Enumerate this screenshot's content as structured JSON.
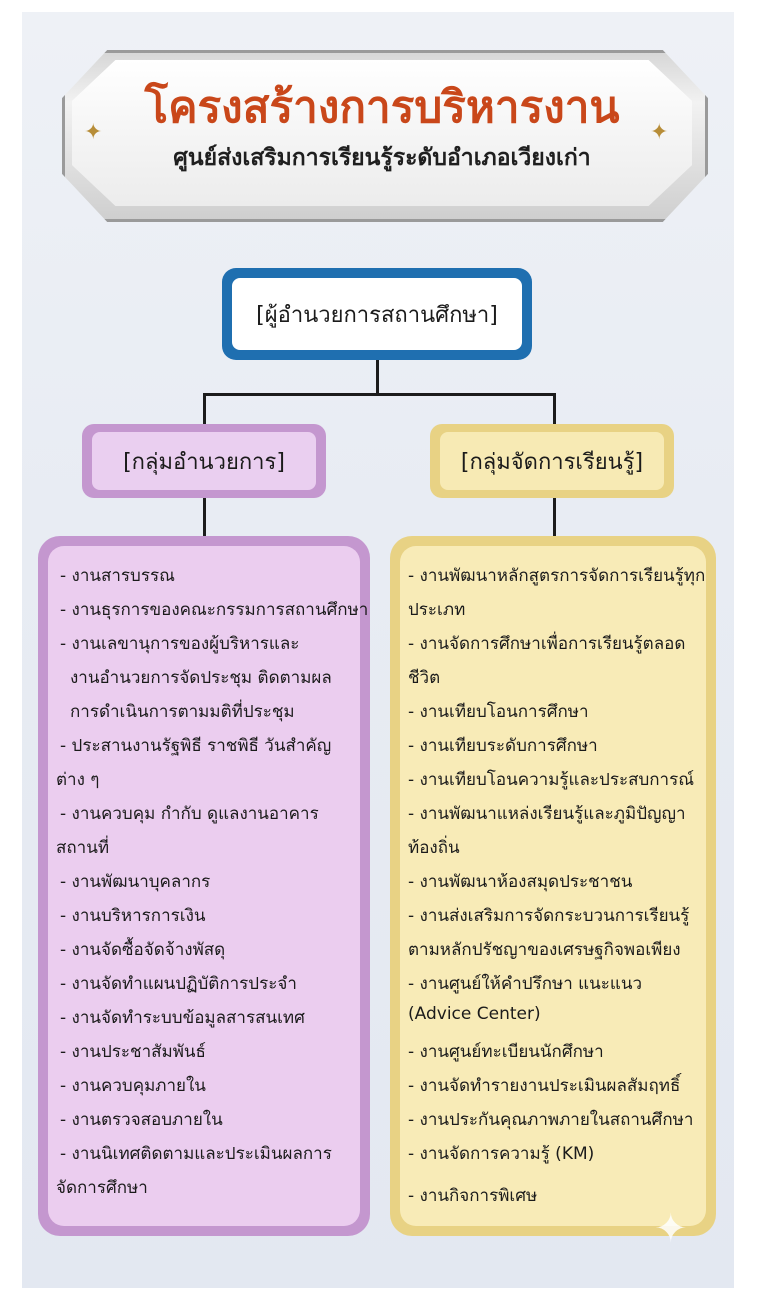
{
  "title": {
    "main": "โครงสร้างการบริหารงาน",
    "sub": "ศูนย์ส่งเสริมการเรียนรู้ระดับอำเภอเวียงเก่า"
  },
  "head_box": "[ผู้อำนวยการสถานศึกษา]",
  "groups": {
    "left": {
      "label": "[กลุ่มอำนวยการ]",
      "items": [
        "- งานสารบรรณ",
        "- งานธุรการของคณะกรรมการสถานศึกษา",
        "- งานเลขานุการของผู้บริหารและ",
        "  งานอำนวยการจัดประชุม ติดตามผล",
        "  การดำเนินการตามมติที่ประชุม",
        "- ประสานงานรัฐพิธี ราชพิธี วันสำคัญ",
        "ต่าง ๆ",
        "- งานควบคุม กำกับ ดูแลงานอาคาร",
        "สถานที่",
        "- งานพัฒนาบุคลากร",
        "- งานบริหารการเงิน",
        "- งานจัดซื้อจัดจ้างพัสดุ",
        "- งานจัดทำแผนปฏิบัติการประจำ",
        "- งานจัดทำระบบข้อมูลสารสนเทศ",
        "- งานประชาสัมพันธ์",
        "- งานควบคุมภายใน",
        "- งานตรวจสอบภายใน",
        "- งานนิเทศติดตามและประเมินผลการ",
        "จัดการศึกษา"
      ]
    },
    "right": {
      "label": "[กลุ่มจัดการเรียนรู้]",
      "items": [
        "- งานพัฒนาหลักสูตรการจัดการเรียนรู้ทุก",
        "ประเภท",
        "- งานจัดการศึกษาเพื่อการเรียนรู้ตลอด",
        "ชีวิต",
        "- งานเทียบโอนการศึกษา",
        "- งานเทียบระดับการศึกษา",
        "- งานเทียบโอนความรู้และประสบการณ์",
        "- งานพัฒนาแหล่งเรียนรู้และภูมิปัญญา",
        "ท้องถิ่น",
        "- งานพัฒนาห้องสมุดประชาชน",
        "- งานส่งเสริมการจัดกระบวนการเรียนรู้",
        "ตามหลักปรัชญาของเศรษฐกิจพอเพียง",
        "- งานศูนย์ให้คำปรึกษา แนะแนว",
        "(Advice Center)",
        "- งานศูนย์ทะเบียนนักศึกษา",
        "- งานจัดทำรายงานประเมินผลสัมฤทธิ์",
        "- งานประกันคุณภาพภายในสถานศึกษา",
        "- งานจัดการความรู้ (KM)",
        "- งานกิจการพิเศษ"
      ]
    }
  },
  "colors": {
    "title": "#c9471a",
    "head_border": "#1f6fb0",
    "left_border": "#c497cf",
    "left_fill": "#ebcdef",
    "right_border": "#e8d284",
    "right_fill": "#f8ebb7"
  }
}
